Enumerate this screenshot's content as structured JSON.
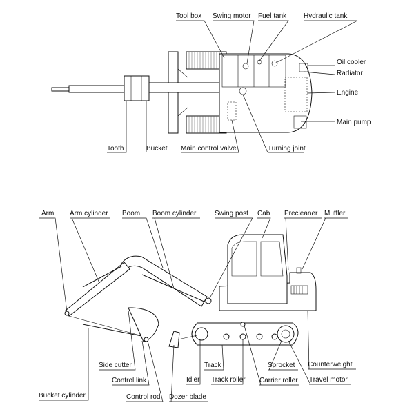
{
  "top_view": {
    "labels": {
      "tool_box": "Tool box",
      "swing_motor": "Swing motor",
      "fuel_tank": "Fuel tank",
      "hydraulic_tank": "Hydraulic tank",
      "oil_cooler": "Oil cooler",
      "radiator": "Radiator",
      "engine": "Engine",
      "main_pump": "Main pump",
      "tooth": "Tooth",
      "bucket": "Bucket",
      "main_control_valve": "Main control valve",
      "turning_joint": "Turning joint"
    }
  },
  "side_view": {
    "labels": {
      "arm": "Arm",
      "arm_cylinder": "Arm cylinder",
      "boom": "Boom",
      "boom_cylinder": "Boom cylinder",
      "swing_post": "Swing post",
      "cab": "Cab",
      "precleaner": "Precleaner",
      "muffler": "Muffler",
      "side_cutter": "Side cutter",
      "control_link": "Control link",
      "bucket_cylinder": "Bucket cylinder",
      "control_rod": "Control rod",
      "dozer_blade": "Dozer blade",
      "idler": "Idler",
      "track": "Track",
      "track_roller": "Track roller",
      "carrier_roller": "Carrier roller",
      "sprocket": "Sprocket",
      "travel_motor": "Travel motor",
      "counterweight": "Counterweight"
    }
  }
}
